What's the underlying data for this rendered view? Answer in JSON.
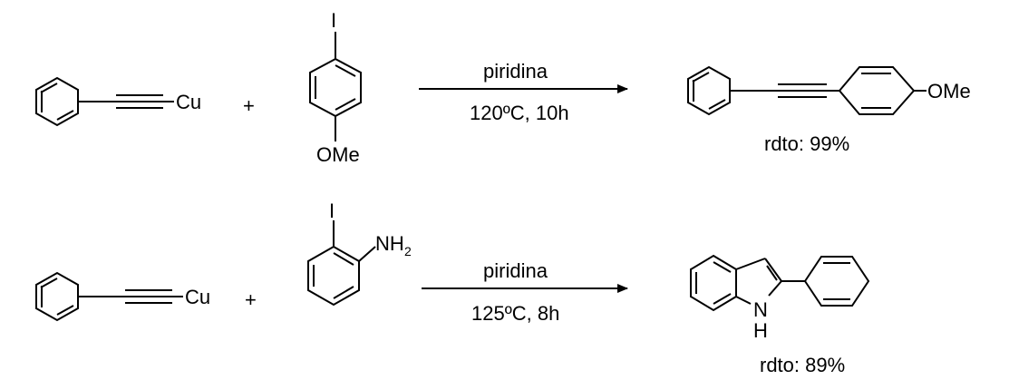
{
  "reactions": [
    {
      "reactant1": {
        "group": "Cu"
      },
      "plus": "+",
      "reactant2": {
        "top": "I",
        "bottom": "OMe"
      },
      "conditions": {
        "reagent": "piridina",
        "temp_time": "120ºC, 10h"
      },
      "product": {
        "group": "OMe",
        "yield": "rdto: 99%"
      }
    },
    {
      "reactant1": {
        "group": "Cu"
      },
      "plus": "+",
      "reactant2": {
        "top": "I",
        "amine": "NH",
        "amine_sub": "2"
      },
      "conditions": {
        "reagent": "piridina",
        "temp_time": "125ºC, 8h"
      },
      "product": {
        "nh_n": "N",
        "nh_h": "H",
        "yield": "rdto: 89%"
      }
    }
  ]
}
